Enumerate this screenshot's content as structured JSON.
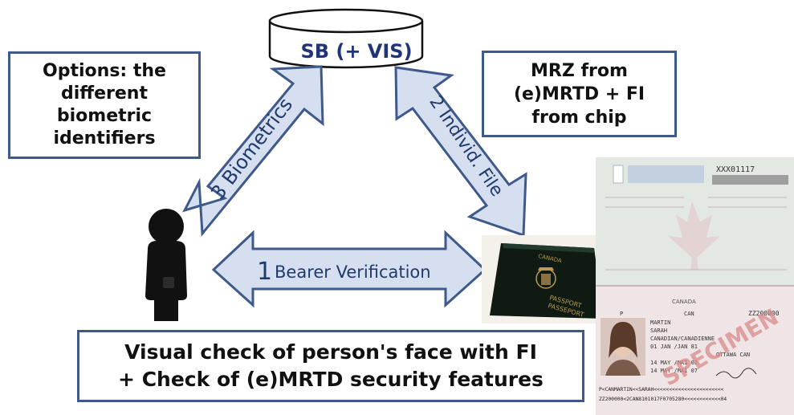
{
  "database": {
    "label": "SB (+ VIS)"
  },
  "options_box": {
    "text": "Options: the\ndifferent\nbiometric\nidentifiers"
  },
  "mrz_box": {
    "text": "MRZ from\n(e)MRTD + FI\nfrom chip"
  },
  "visual_box": {
    "text": "Visual check of person's face with FI\n+ Check of (e)MRTD security features"
  },
  "arrows": {
    "biometrics": "3 Biometrics",
    "individ_file": "2 Individ. File",
    "bearer_num": "1",
    "bearer_text": "Bearer Verification"
  },
  "passport": {
    "country": "CANADA",
    "title_en": "PASSPORT",
    "title_fr": "PASSEPORT"
  },
  "specimen": {
    "number": "XXX01117",
    "country": "CANADA",
    "type": "P",
    "code": "CAN",
    "passport_no": "ZZ200000",
    "surname": "MARTIN",
    "given": "SARAH",
    "nationality": "CANADIAN/CANADIENNE",
    "dob": "01 JAN /JAN 81",
    "birthplace": "OTTAWA CAN",
    "issue": "14 MAY /MAI 02",
    "expiry": "14 MAY /MAI 07",
    "stamp": "SPECIMEN",
    "mrz1": "P<CANMARTIN<<SARAH<<<<<<<<<<<<<<<<<<<<<<<",
    "mrz2": "ZZ200000<2CAN8101017F0705280<<<<<<<<<<<<04"
  },
  "colors": {
    "arrow_fill": "#d6dff0",
    "arrow_stroke": "#3f5a8a",
    "box_border": "#3f5a8a",
    "text_blue": "#1f3a6b"
  }
}
